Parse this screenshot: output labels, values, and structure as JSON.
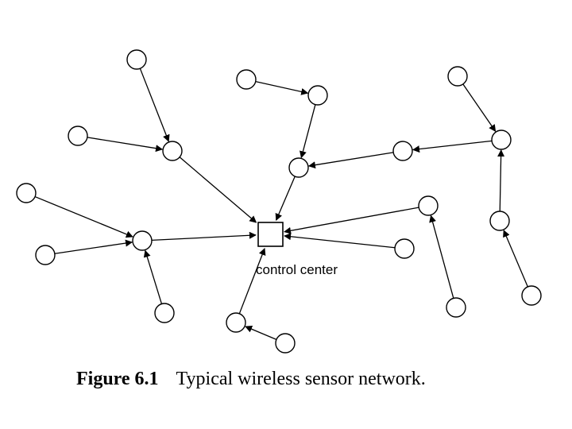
{
  "diagram": {
    "control_center_label": "control center",
    "caption": {
      "figure_number": "Figure 6.1",
      "text": "Typical wireless sensor network."
    },
    "nodes": [
      {
        "id": "a1"
      },
      {
        "id": "a2"
      },
      {
        "id": "a3"
      },
      {
        "id": "a4"
      },
      {
        "id": "a5"
      },
      {
        "id": "a6"
      },
      {
        "id": "a7"
      },
      {
        "id": "a8"
      },
      {
        "id": "b1"
      },
      {
        "id": "b2"
      },
      {
        "id": "b3"
      },
      {
        "id": "b4"
      },
      {
        "id": "b5"
      },
      {
        "id": "b6"
      },
      {
        "id": "b7"
      },
      {
        "id": "b8"
      },
      {
        "id": "b9"
      },
      {
        "id": "b10"
      },
      {
        "id": "c1"
      },
      {
        "id": "c2"
      },
      {
        "id": "c3"
      },
      {
        "id": "c4"
      },
      {
        "id": "c5"
      }
    ],
    "edges": [
      {
        "from": "a1",
        "to": "a2"
      },
      {
        "from": "a3",
        "to": "a2"
      },
      {
        "from": "a2",
        "to": "cc"
      },
      {
        "from": "a4",
        "to": "a5"
      },
      {
        "from": "a6",
        "to": "a5"
      },
      {
        "from": "a7",
        "to": "a5"
      },
      {
        "from": "a5",
        "to": "cc"
      },
      {
        "from": "b1",
        "to": "b2"
      },
      {
        "from": "b2",
        "to": "b3"
      },
      {
        "from": "b3",
        "to": "cc"
      },
      {
        "from": "b4",
        "to": "b3"
      },
      {
        "from": "b5",
        "to": "b4"
      },
      {
        "from": "b6",
        "to": "b5"
      },
      {
        "from": "b7",
        "to": "b5"
      },
      {
        "from": "b8",
        "to": "b7"
      },
      {
        "from": "b9",
        "to": "cc"
      },
      {
        "from": "b10",
        "to": "cc"
      },
      {
        "from": "c1",
        "to": "b9"
      },
      {
        "from": "c2",
        "to": "cc"
      },
      {
        "from": "c3",
        "to": "c2"
      }
    ]
  }
}
